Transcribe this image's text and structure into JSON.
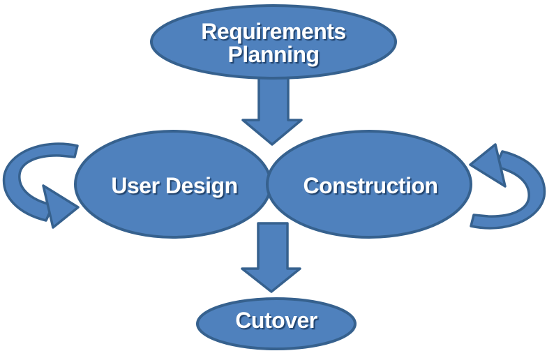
{
  "diagram": {
    "kind": "process-flow-diagram",
    "background": "#ffffff"
  },
  "colors": {
    "shape_fill": "#4F81BD",
    "shape_border": "#36618E",
    "label_text": "#FFFFFF",
    "label_shadow": "#17375E"
  },
  "nodes": {
    "requirements_planning": {
      "line1": "Requirements",
      "line2": "Planning"
    },
    "user_design": {
      "label": "User Design"
    },
    "construction": {
      "label": "Construction"
    },
    "cutover": {
      "label": "Cutover"
    }
  },
  "icons": {
    "top_connector": "down-block-arrow-icon",
    "bottom_connector": "down-block-arrow-icon",
    "left_connector": "circular-loop-arrow-icon",
    "right_connector": "circular-loop-arrow-icon"
  }
}
